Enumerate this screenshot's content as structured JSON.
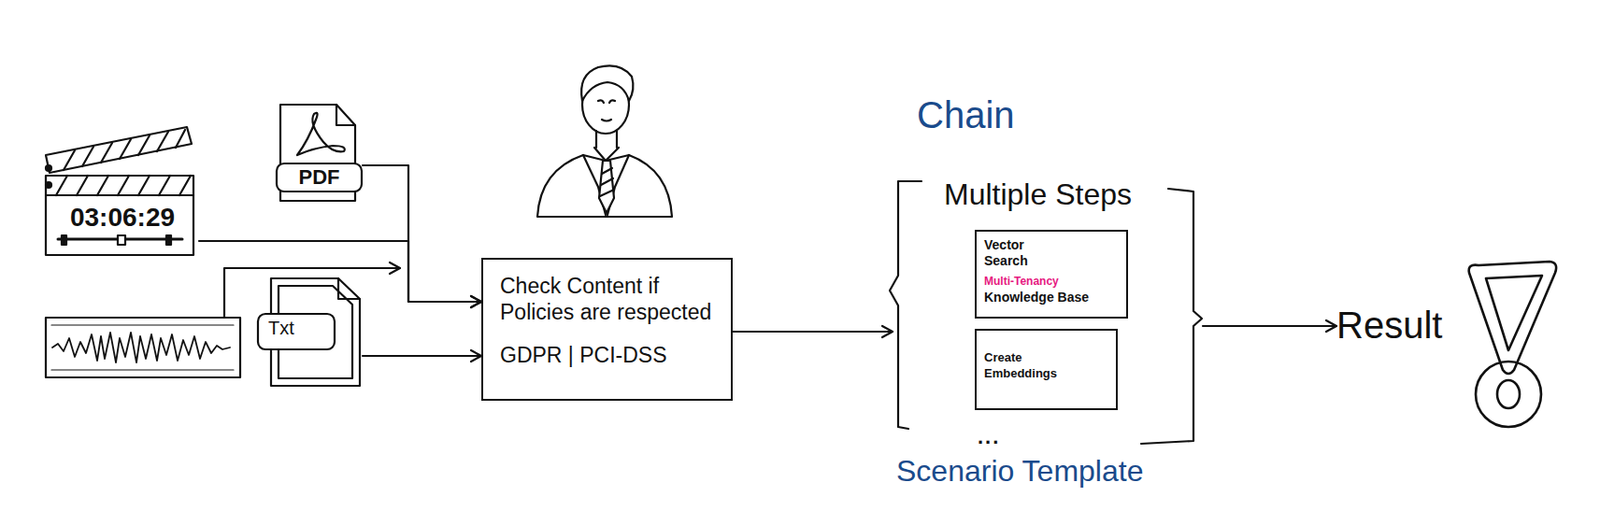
{
  "diagram": {
    "nodes": [
      {
        "text": [
          "03:06:29"
        ]
      },
      {
        "text": [
          "PDF"
        ]
      },
      {
        "text": [
          "Txt"
        ]
      },
      {
        "text": [
          "Check Content if Policies are respected",
          "GDPR | PCI-DSS"
        ]
      },
      {
        "text": [
          "Chain",
          "Multiple Steps",
          "Scenario Template"
        ]
      },
      {
        "text": [
          "Vector Search",
          "Multi-Tenancy",
          "Knowledge Base"
        ],
        "in": 4
      },
      {
        "text": [
          "Create Embeddings"
        ],
        "in": 4
      },
      {
        "text": [
          "Result"
        ]
      }
    ],
    "edges": [
      {
        "from": 0,
        "to": 3,
        "arrow": "to"
      },
      {
        "from": 1,
        "to": 3,
        "arrow": "to"
      },
      {
        "from": 2,
        "to": 3,
        "arrow": "to"
      },
      {
        "from": 3,
        "to": 4,
        "arrow": "to"
      },
      {
        "from": 4,
        "to": 7,
        "arrow": "to"
      }
    ],
    "labels": [
      "..."
    ]
  }
}
